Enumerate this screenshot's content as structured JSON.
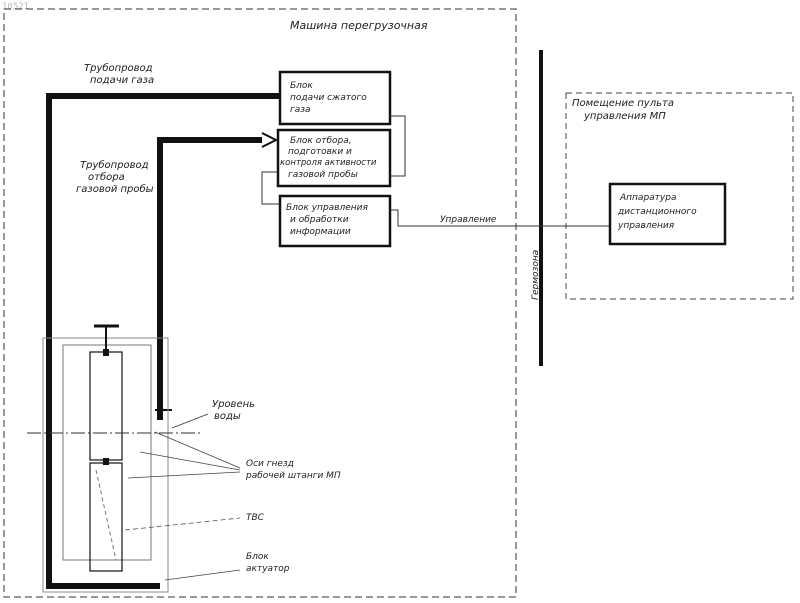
{
  "corner_id": "10521",
  "machine_area_label": "Машина перегрузочная",
  "control_room_label_line1": "Помещение пульта",
  "control_room_label_line2": "управления МП",
  "pipe_supply_label_line1": "Трубопровод",
  "pipe_supply_label_line2": "подачи газа",
  "pipe_sample_label_line1": "Трубопровод",
  "pipe_sample_label_line2": "отбора",
  "pipe_sample_label_line3": "газовой пробы",
  "block_supply_line1": "Блок",
  "block_supply_line2": "подачи сжатого",
  "block_supply_line3": "газа",
  "block_sample_line1": "Блок отбора,",
  "block_sample_line2": "подготовки и",
  "block_sample_line3": "контроля активности",
  "block_sample_line4": "газовой пробы",
  "block_control_line1": "Блок управления",
  "block_control_line2": "и обработки",
  "block_control_line3": "информации",
  "control_line_label": "Управление",
  "hermetic_wall_label": "Гермозона",
  "remote_block_line1": "Аппаратура",
  "remote_block_line2": "дистанционного",
  "remote_block_line3": "управления",
  "water_level_line1": "Уровень",
  "water_level_line2": "воды",
  "socket_label_line1": "Оси гнезд",
  "socket_label_line2": "рабочей штанги МП",
  "tvs_label": "ТВС",
  "actuator_label_line1": "Блок",
  "actuator_label_line2": "актуатор"
}
